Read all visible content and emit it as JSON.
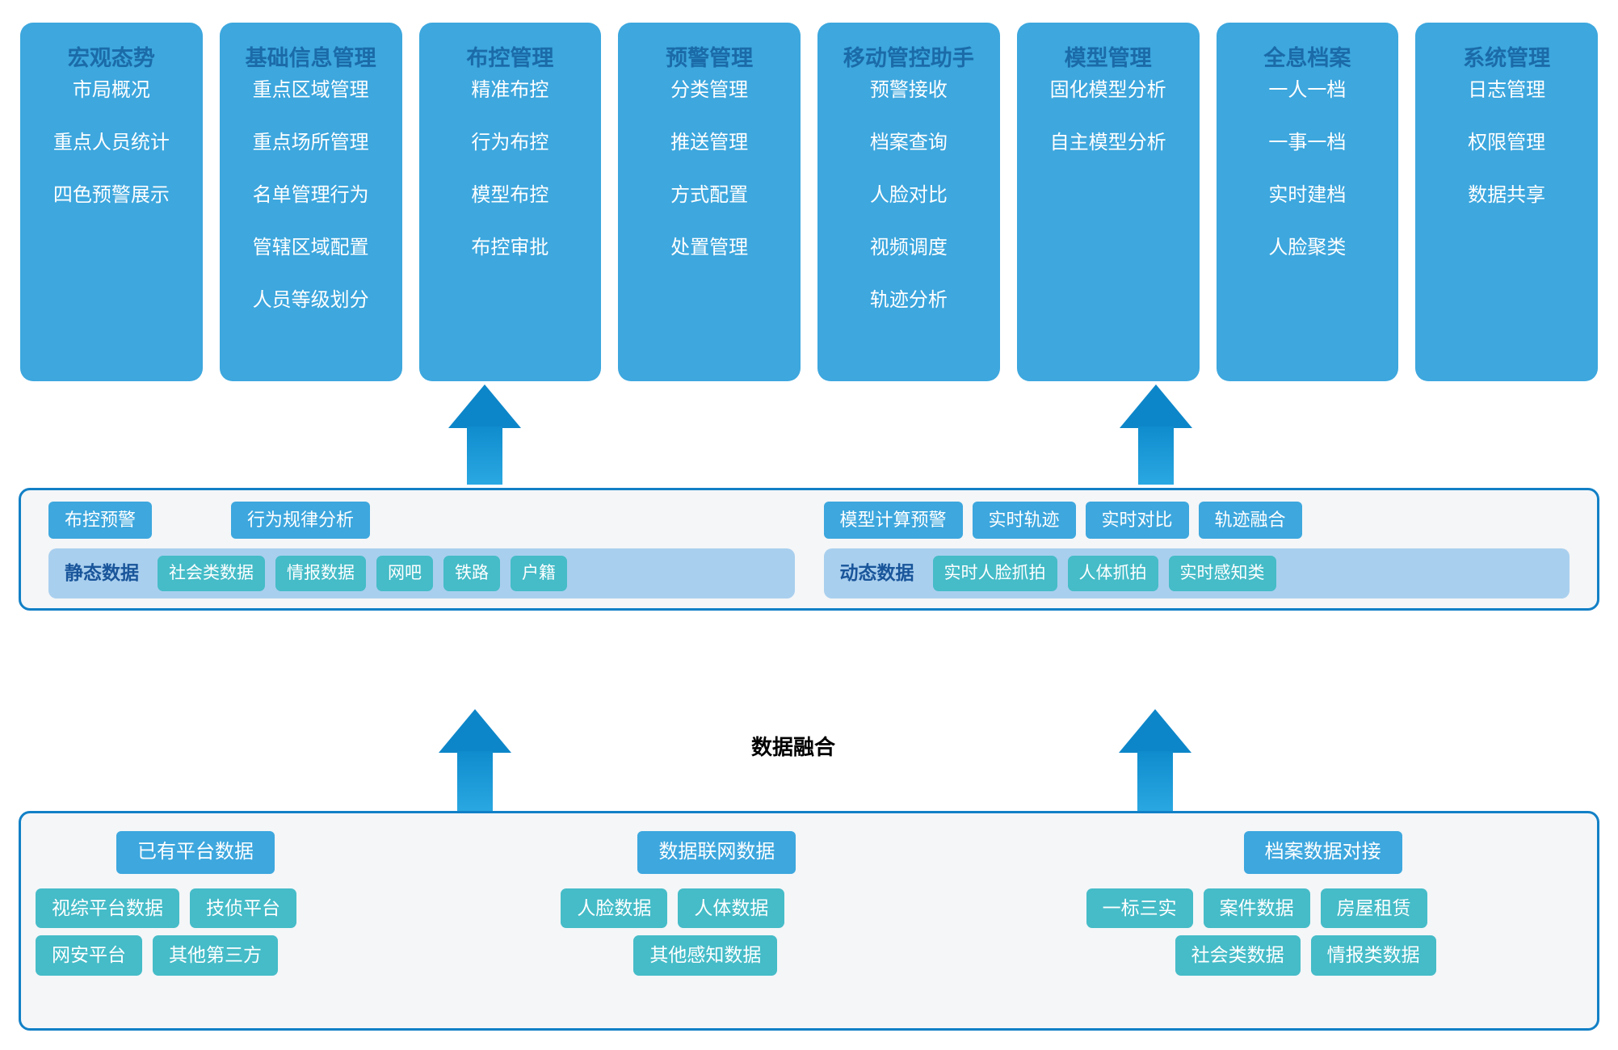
{
  "top_modules": [
    {
      "title": "宏观态势",
      "items": [
        "市局概况",
        "重点人员统计",
        "四色预警展示"
      ]
    },
    {
      "title": "基础信息管理",
      "items": [
        "重点区域管理",
        "重点场所管理",
        "名单管理行为",
        "管辖区域配置",
        "人员等级划分"
      ]
    },
    {
      "title": "布控管理",
      "items": [
        "精准布控",
        "行为布控",
        "模型布控",
        "布控审批"
      ]
    },
    {
      "title": "预警管理",
      "items": [
        "分类管理",
        "推送管理",
        "方式配置",
        "处置管理"
      ]
    },
    {
      "title": "移动管控助手",
      "items": [
        "预警接收",
        "档案查询",
        "人脸对比",
        "视频调度",
        "轨迹分析"
      ]
    },
    {
      "title": "模型管理",
      "items": [
        "固化模型分析",
        "自主模型分析"
      ]
    },
    {
      "title": "全息档案",
      "items": [
        "一人一档",
        "一事一档",
        "实时建档",
        "人脸聚类"
      ]
    },
    {
      "title": "系统管理",
      "items": [
        "日志管理",
        "权限管理",
        "数据共享"
      ]
    }
  ],
  "middle": {
    "left": {
      "capabilities": [
        "布控预警",
        "行为规律分析"
      ],
      "band_label": "静态数据",
      "band_chips": [
        "社会类数据",
        "情报数据",
        "网吧",
        "铁路",
        "户籍"
      ]
    },
    "right": {
      "capabilities": [
        "模型计算预警",
        "实时轨迹",
        "实时对比",
        "轨迹融合"
      ],
      "band_label": "动态数据",
      "band_chips": [
        "实时人脸抓拍",
        "人体抓拍",
        "实时感知类"
      ]
    }
  },
  "fusion_label": "数据融合",
  "bottom_sources": [
    {
      "head": "已有平台数据",
      "rows": [
        [
          "视综平台数据",
          "技侦平台"
        ],
        [
          "网安平台",
          "其他第三方"
        ]
      ]
    },
    {
      "head": "数据联网数据",
      "rows": [
        [
          "人脸数据",
          "人体数据"
        ],
        [
          "其他感知数据"
        ]
      ]
    },
    {
      "head": "档案数据对接",
      "rows": [
        [
          "一标三实",
          "案件数据",
          "房屋租赁"
        ],
        [
          "社会类数据",
          "情报类数据"
        ]
      ]
    }
  ],
  "colors": {
    "module_card": "#3da7de",
    "module_title": "#1b6ba8",
    "panel_border": "#1280c6",
    "panel_bg": "#f4f6f8",
    "band_bg": "#a9cfee",
    "band_label": "#19559a",
    "teal_chip": "#45bcc8",
    "arrow": "#0d86c9"
  }
}
